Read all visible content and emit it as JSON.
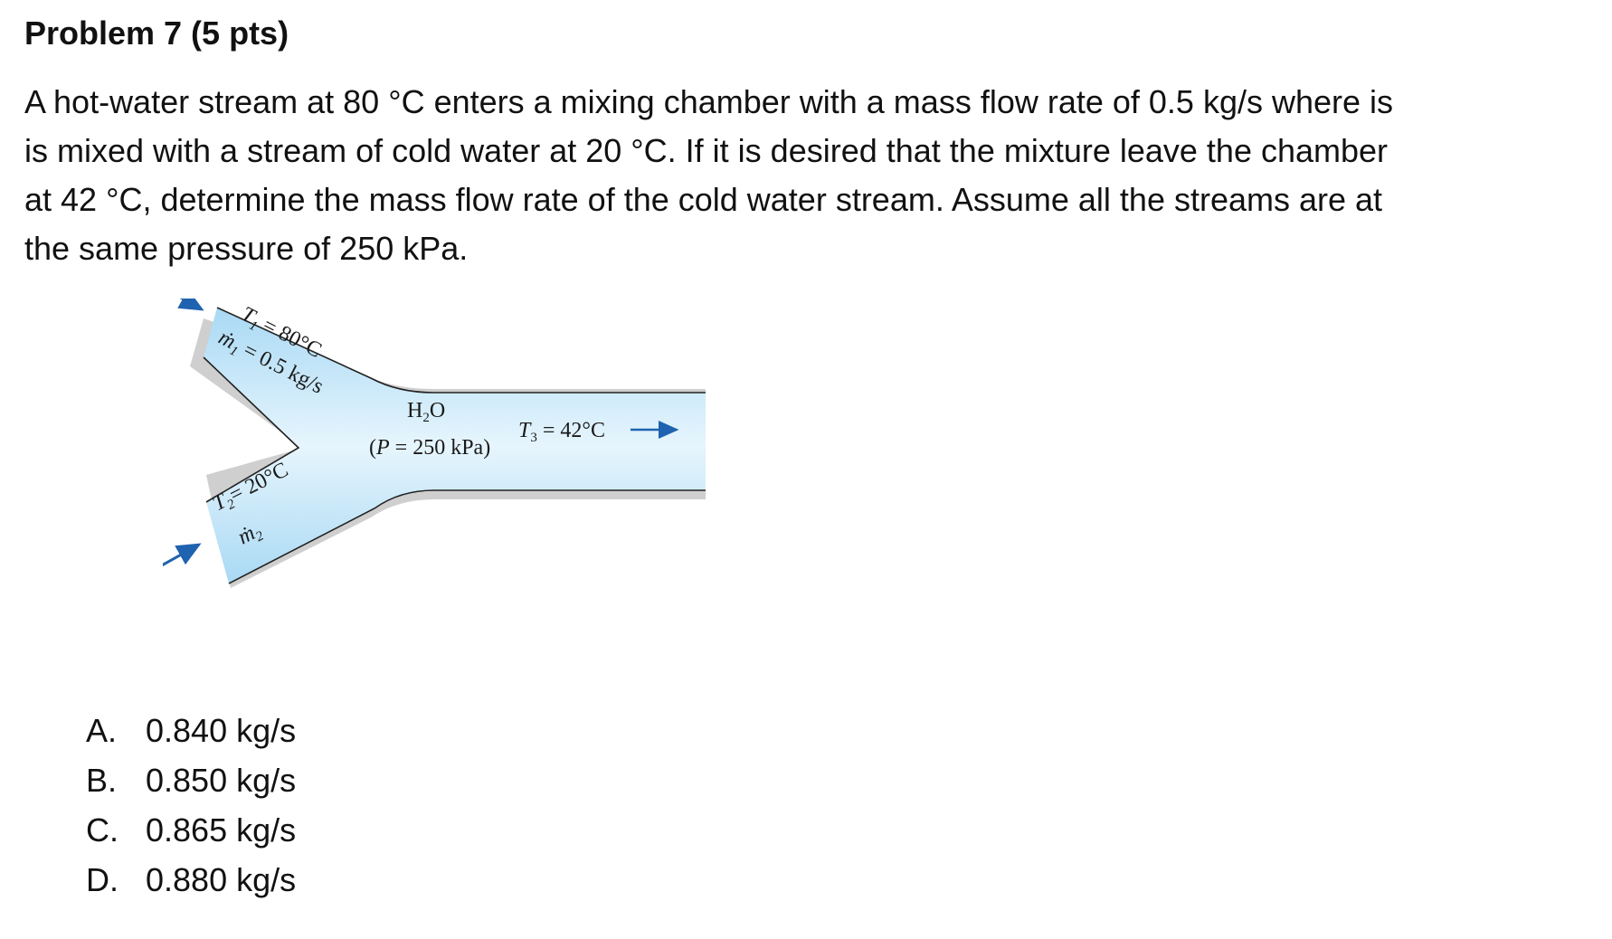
{
  "problem": {
    "title": "Problem 7 (5 pts)",
    "text_lines": [
      "A hot-water stream at 80 °C enters a mixing chamber with a mass flow rate of 0.5 kg/s where is",
      "is mixed with a stream of cold water at 20 °C. If it is desired that the mixture leave the chamber",
      "at 42 °C, determine the mass flow rate of the cold water stream. Assume all the streams are at",
      "the same pressure of 250 kPa."
    ]
  },
  "diagram": {
    "inlet1": {
      "temp_symbol": "T",
      "temp_sub": "1",
      "temp_value": " = 80°C",
      "flow_symbol": "ṁ",
      "flow_sub": "1",
      "flow_value": " = 0.5 kg/s"
    },
    "inlet2": {
      "temp_symbol": "T",
      "temp_sub": "2",
      "temp_value": "= 20°C",
      "flow_symbol": "ṁ",
      "flow_sub": "2"
    },
    "chamber": {
      "fluid_main": "H",
      "fluid_sub": "2",
      "fluid_end": "O",
      "pressure_open": "(",
      "pressure_symbol": "P",
      "pressure_value": " = 250 kPa)"
    },
    "outlet": {
      "temp_symbol": "T",
      "temp_sub": "3",
      "temp_value": " = 42°C"
    },
    "colors": {
      "water": "#bfe3f7",
      "wall": "#cfcfcf",
      "edge": "#222222",
      "arrow": "#1f62b0"
    }
  },
  "choices": [
    {
      "letter": "A.",
      "value": "0.840 kg/s"
    },
    {
      "letter": "B.",
      "value": "0.850 kg/s"
    },
    {
      "letter": "C.",
      "value": "0.865 kg/s"
    },
    {
      "letter": "D.",
      "value": "0.880 kg/s"
    }
  ]
}
